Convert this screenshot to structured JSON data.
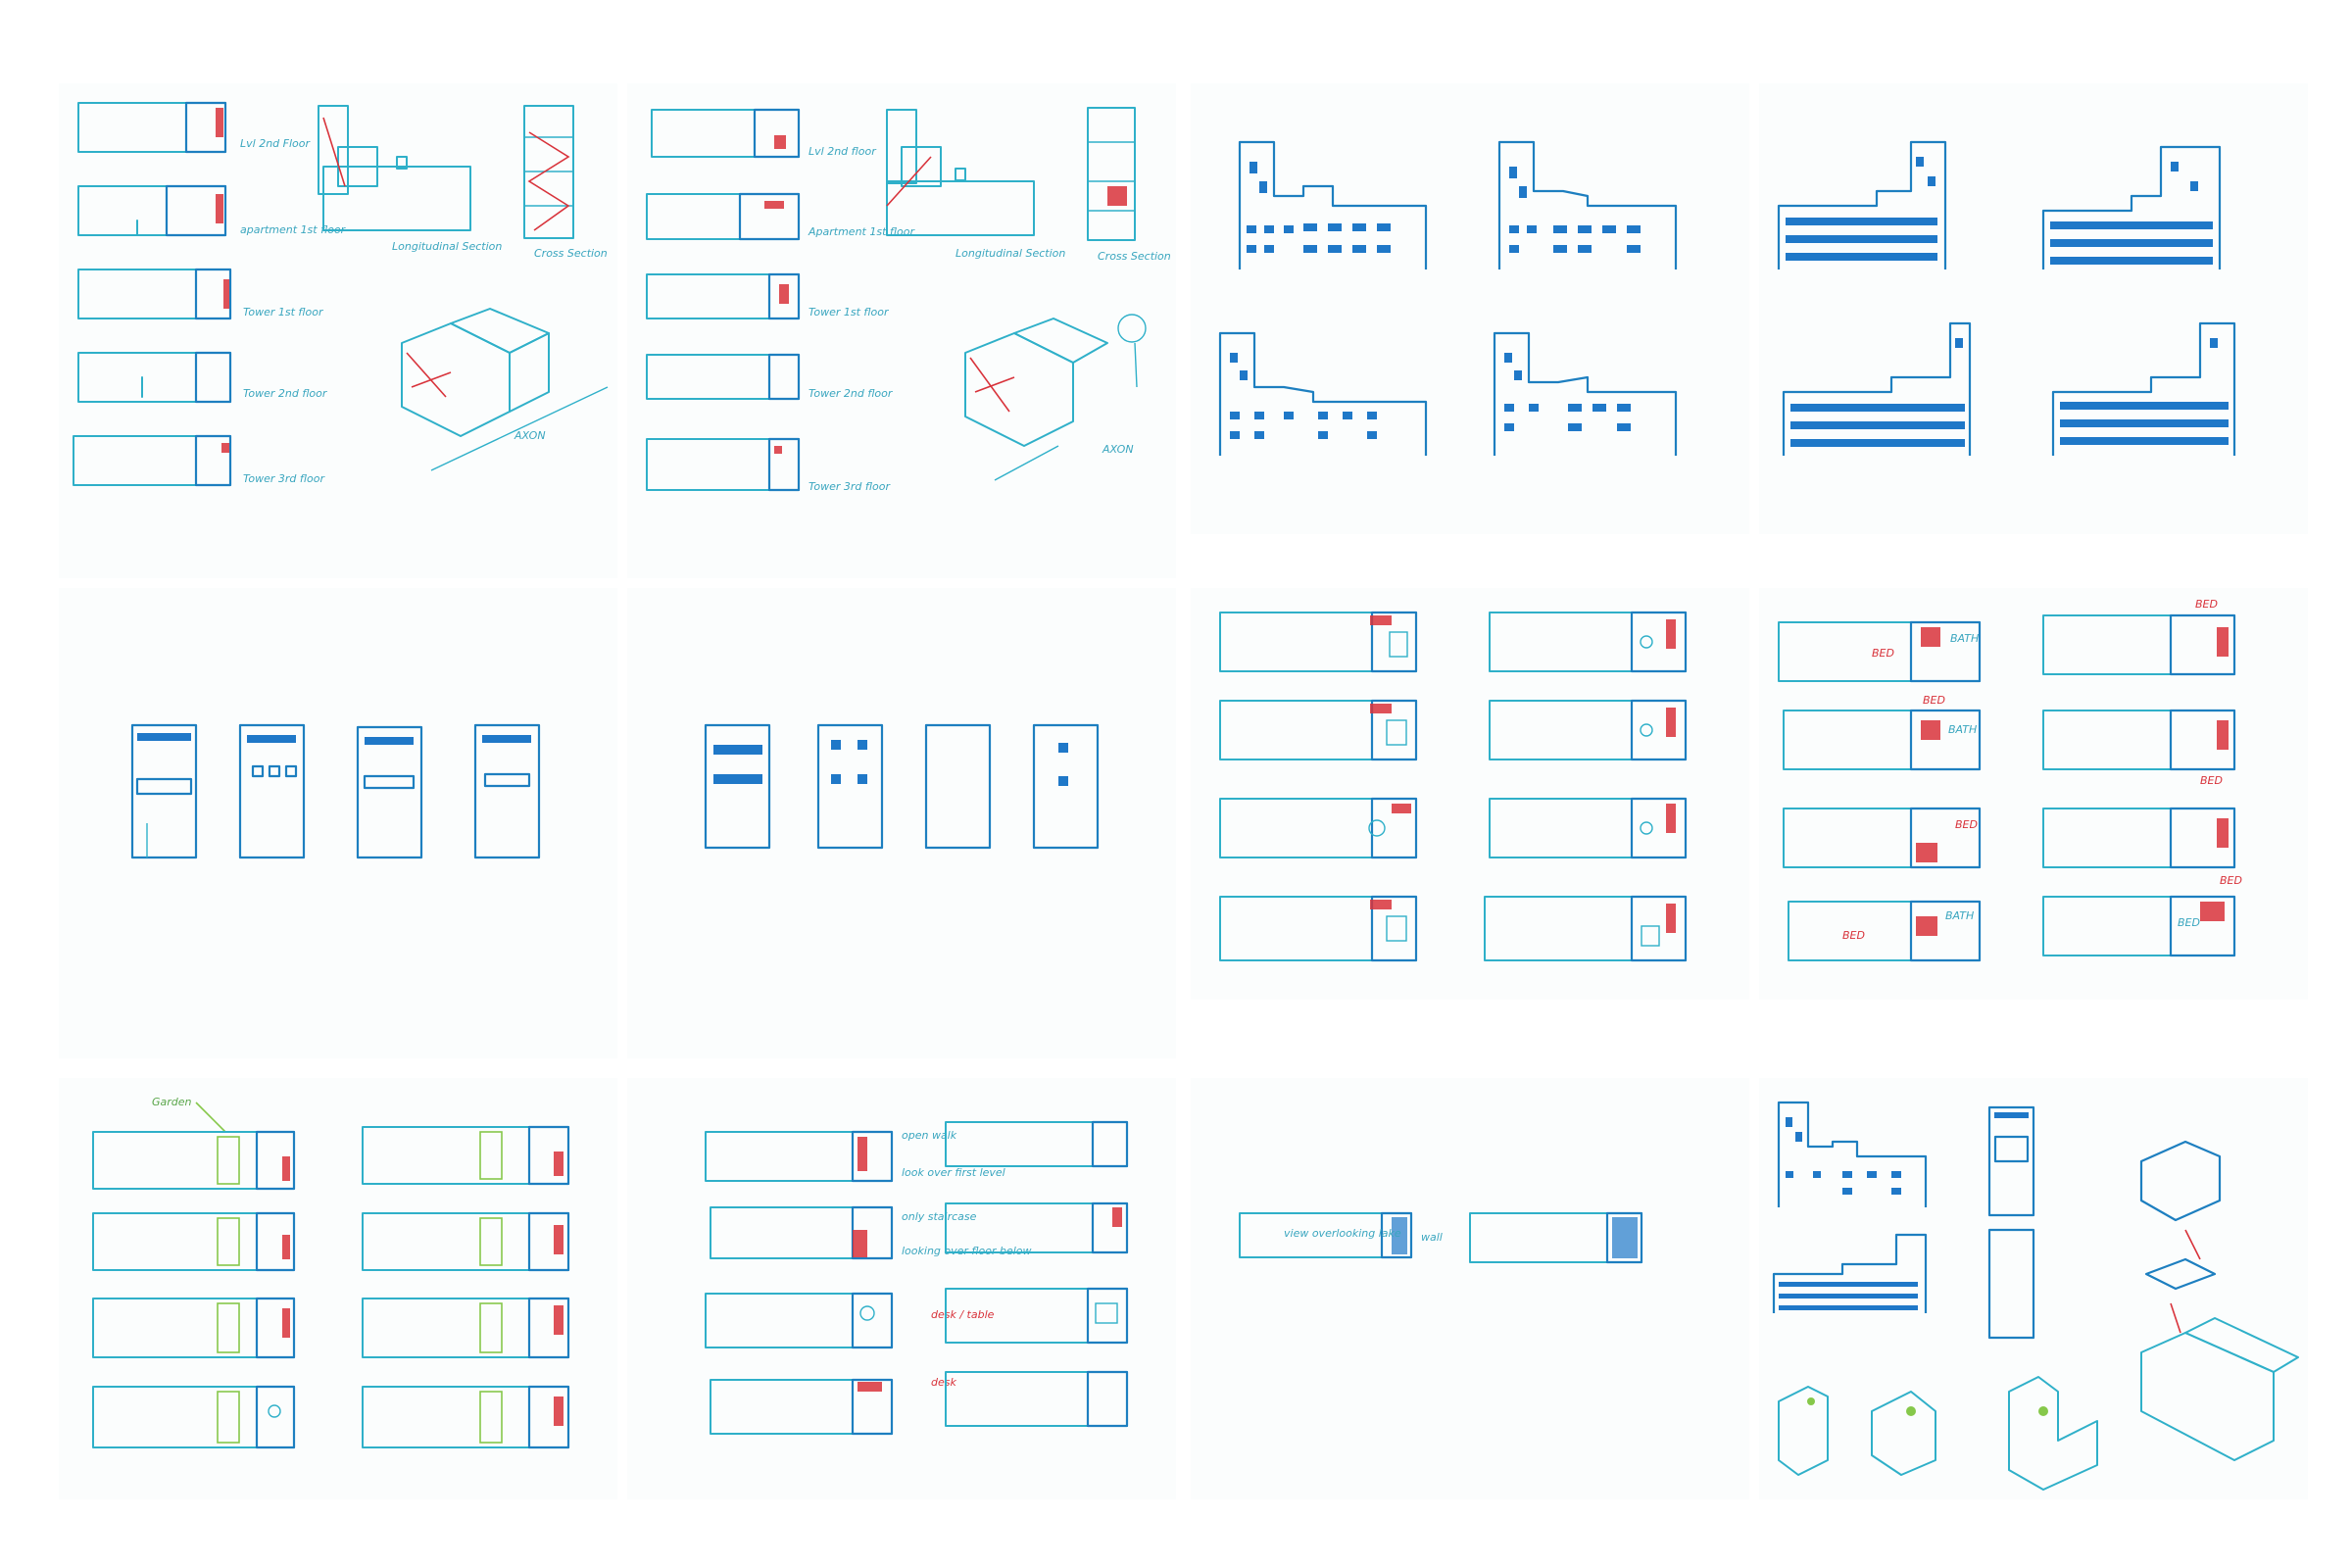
{
  "sheet1": {
    "plan_labels": [
      "Lvl 2nd Floor",
      "apartment 1st floor",
      "Tower 1st floor",
      "Tower 2nd floor",
      "Tower 3rd floor"
    ],
    "section_labels": [
      "Longitudinal Section",
      "Cross Section"
    ],
    "axon_label": "AXON"
  },
  "sheet2": {
    "plan_labels": [
      "Lvl 2nd floor",
      "Apartment 1st floor",
      "Tower 1st floor",
      "Tower 2nd floor",
      "Tower 3rd floor"
    ],
    "section_labels": [
      "Longitudinal Section",
      "Cross Section"
    ],
    "axon_label": "AXON"
  },
  "bed_labels": [
    "BED",
    "BATH",
    "BED",
    "BED",
    "BATH",
    "BED",
    "BED",
    "BED",
    "BATH",
    "BED",
    "BED"
  ],
  "sheet_garden": {
    "garden_label": "Garden"
  },
  "sheet_stairs": {
    "notes": [
      "open walk",
      "look over first level",
      "only staircase",
      "looking over floor below",
      "desk / table",
      "desk"
    ]
  },
  "sheet_view": {
    "view_label": "view overlooking lake",
    "wall_label": "wall"
  },
  "colors": {
    "ink": "#2fb0c9",
    "ink_dark": "#1d7fc0",
    "accent_red": "#d8333b",
    "accent_green": "#86c84a",
    "fill_blue": "#1f78c8"
  }
}
